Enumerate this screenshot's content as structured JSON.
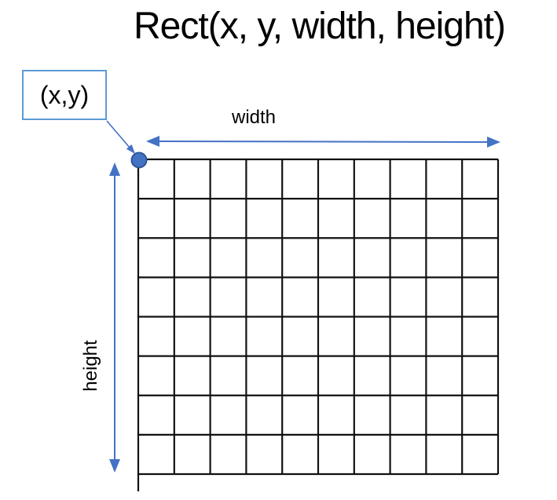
{
  "title": "Rect(x, y, width, height)",
  "callout": {
    "label": "(x,y)"
  },
  "dimension_labels": {
    "width": "width",
    "height": "height"
  },
  "grid": {
    "columns": 10,
    "rows": 8
  },
  "marker": {
    "shape": "circle",
    "meaning": "origin point (x,y)"
  },
  "colors": {
    "accent": "#4472C4",
    "callout_border": "#5B9BD5",
    "marker_fill": "#4472C4",
    "marker_stroke": "#2F5597",
    "grid_line": "#111111",
    "background": "#FFFFFF",
    "text": "#000000"
  }
}
